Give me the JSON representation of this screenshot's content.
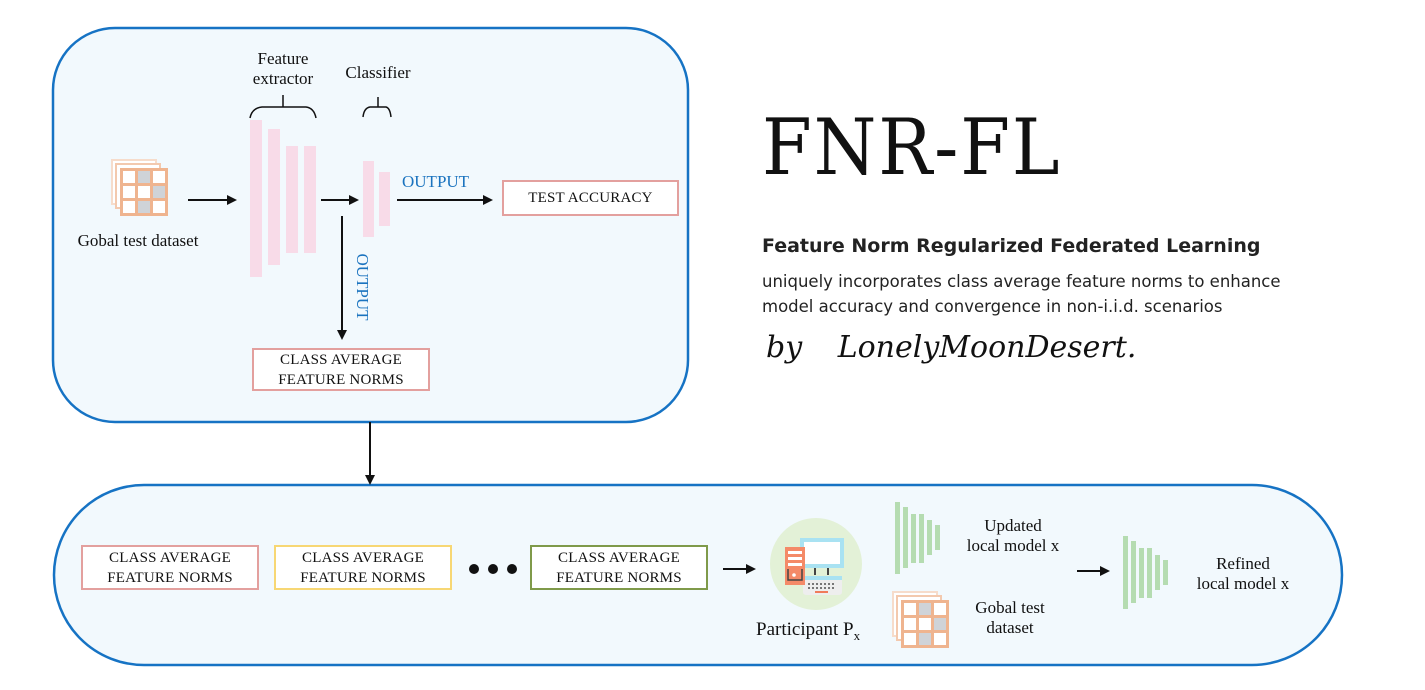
{
  "header": {
    "title": "FNR-FL",
    "subtitle": "Feature Norm Regularized Federated Learning",
    "description_line1": "uniquely incorporates class average feature norms to enhance",
    "description_line2": "model accuracy and convergence in non-i.i.d. scenarios",
    "signature_by": "by",
    "signature_name": "LonelyMoonDesert."
  },
  "top_panel": {
    "dataset_label": "Gobal test dataset",
    "feature_extractor_label_line1": "Feature",
    "feature_extractor_label_line2": "extractor",
    "classifier_label": "Classifier",
    "output_label_horizontal": "OUTPUT",
    "output_label_vertical": "OUTPUT",
    "test_accuracy_box": "TEST ACCURACY",
    "class_avg_box_line1": "CLASS AVERAGE",
    "class_avg_box_line2": "FEATURE NORMS"
  },
  "bottom_panel": {
    "norm_boxes": [
      {
        "line1": "CLASS AVERAGE",
        "line2": "FEATURE NORMS",
        "border_color": "#e3a09e"
      },
      {
        "line1": "CLASS AVERAGE",
        "line2": "FEATURE NORMS",
        "border_color": "#f7d774"
      },
      {
        "line1": "CLASS AVERAGE",
        "line2": "FEATURE NORMS",
        "border_color": "#7f9a4a"
      }
    ],
    "ellipsis": "•••",
    "participant_label": "Participant P",
    "participant_subscript": "x",
    "updated_model_line1": "Updated",
    "updated_model_line2": "local model x",
    "dataset_line1": "Gobal test",
    "dataset_line2": "dataset",
    "refined_model_line1": "Refined",
    "refined_model_line2": "local model x"
  },
  "colors": {
    "panel_stroke": "#1673c4",
    "panel_fill": "#f2f9fd",
    "layer_pink": "#f8dbe8",
    "layer_green": "#b5dcb1",
    "dataset_orange": "#efb48f",
    "dataset_gray": "#cfd3d8",
    "output_blue": "#1a73bf"
  }
}
